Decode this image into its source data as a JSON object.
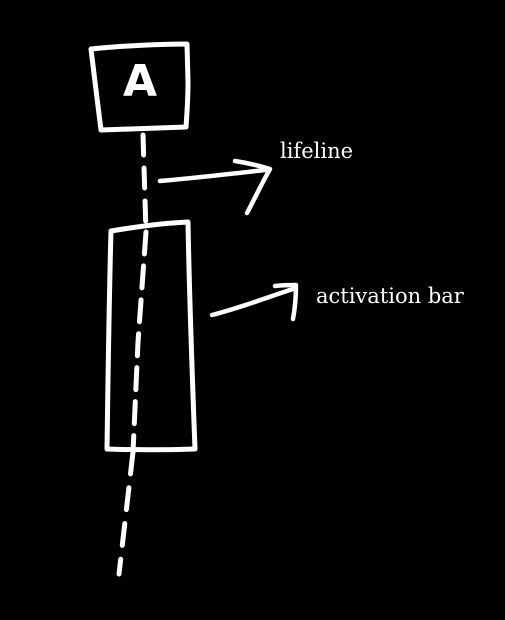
{
  "colors": {
    "background": "#000000",
    "ink": "#ffffff"
  },
  "actor": {
    "letter": "A"
  },
  "annotations": {
    "lifeline": "lifeline",
    "activation_bar": "activation bar"
  }
}
